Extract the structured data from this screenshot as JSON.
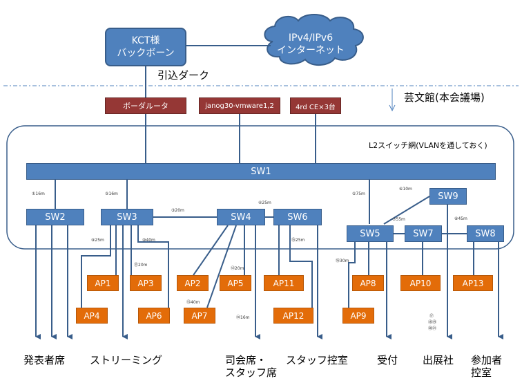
{
  "backbone": {
    "line1": "KCT様",
    "line2": "バックボーン"
  },
  "internet": {
    "line1": "IPv4/IPv6",
    "line2": "インターネット"
  },
  "fiber_label": "引込ダーク",
  "venue_label": "芸文館(本会議場)",
  "l2_label": "L2スイッチ網(VLANを通しておく)",
  "devices": {
    "border_router": "ボーダルータ",
    "janog": "janog30-vmware1,2",
    "fourth": "4rd CE×3台"
  },
  "switches": {
    "sw1": "SW1",
    "sw2": "SW2",
    "sw3": "SW3",
    "sw4": "SW4",
    "sw5": "SW5",
    "sw6": "SW6",
    "sw7": "SW7",
    "sw8": "SW8",
    "sw9": "SW9"
  },
  "aps": {
    "ap1": "AP1",
    "ap2": "AP2",
    "ap3": "AP3",
    "ap4": "AP4",
    "ap5": "AP5",
    "ap6": "AP6",
    "ap7": "AP7",
    "ap8": "AP8",
    "ap9": "AP9",
    "ap10": "AP10",
    "ap11": "AP11",
    "ap12": "AP12",
    "ap13": "AP13"
  },
  "cable_labels": {
    "c1": "①16m",
    "c2": "②16m",
    "c3": "③20m",
    "c4": "④25m",
    "c5": "⑤75m",
    "c6": "⑥10m",
    "c7": "⑦55m",
    "c8": "⑧45m",
    "c9": "⑨25m",
    "c10": "⑩40m",
    "c11": "⑪20m",
    "c12": "⑫20m",
    "c13": "⑬40m",
    "c14": "⑭16m",
    "c15": "⑮25m",
    "c16": "⑯30m",
    "c17": "⑰",
    "c18": "⑱⑲",
    "c19": "⑳㉑"
  },
  "destinations": {
    "speaker": "発表者席",
    "streaming": "ストリーミング",
    "chair_line1": "司会席・",
    "chair_line2": "スタッフ席",
    "staff_room": "スタッフ控室",
    "reception": "受付",
    "exhibitor": "出展社",
    "participant_line1": "参加者",
    "participant_line2": "控室"
  },
  "colors": {
    "switch_blue": "#4f81bd",
    "ap_orange": "#e36c09",
    "device_red": "#953735",
    "line_blue": "#385d8a"
  }
}
